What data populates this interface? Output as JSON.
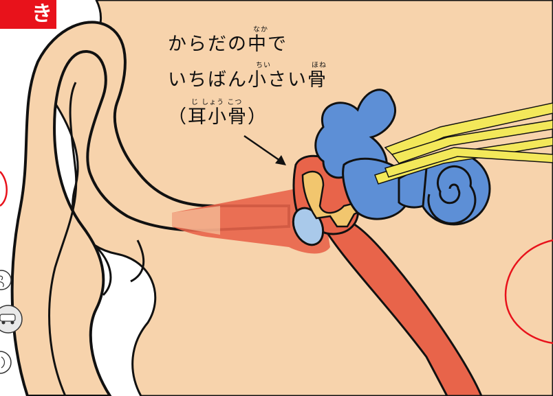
{
  "corner_badge": {
    "text": "き",
    "color": "#e8121b"
  },
  "caption": {
    "line1": {
      "text": "からだの中で",
      "ruby": "なか"
    },
    "line2": {
      "text": "いちばん小さい骨",
      "ruby_1": "ちい",
      "ruby_2": "ほね"
    },
    "line3": {
      "text": "（耳小骨）",
      "ruby": "じ しょう こつ"
    }
  },
  "colors": {
    "skin": "#f7d3ac",
    "outline": "#111111",
    "canal": "#e8644a",
    "inner_ear": "#5d8fd6",
    "nerve": "#f3e85a",
    "eardrum": "#a9c9ea",
    "ossicle": "#f2c66e",
    "highlight_circle": "#e8121b"
  },
  "icons": [
    "wind-icon",
    "car-icon",
    "sound-icon"
  ]
}
